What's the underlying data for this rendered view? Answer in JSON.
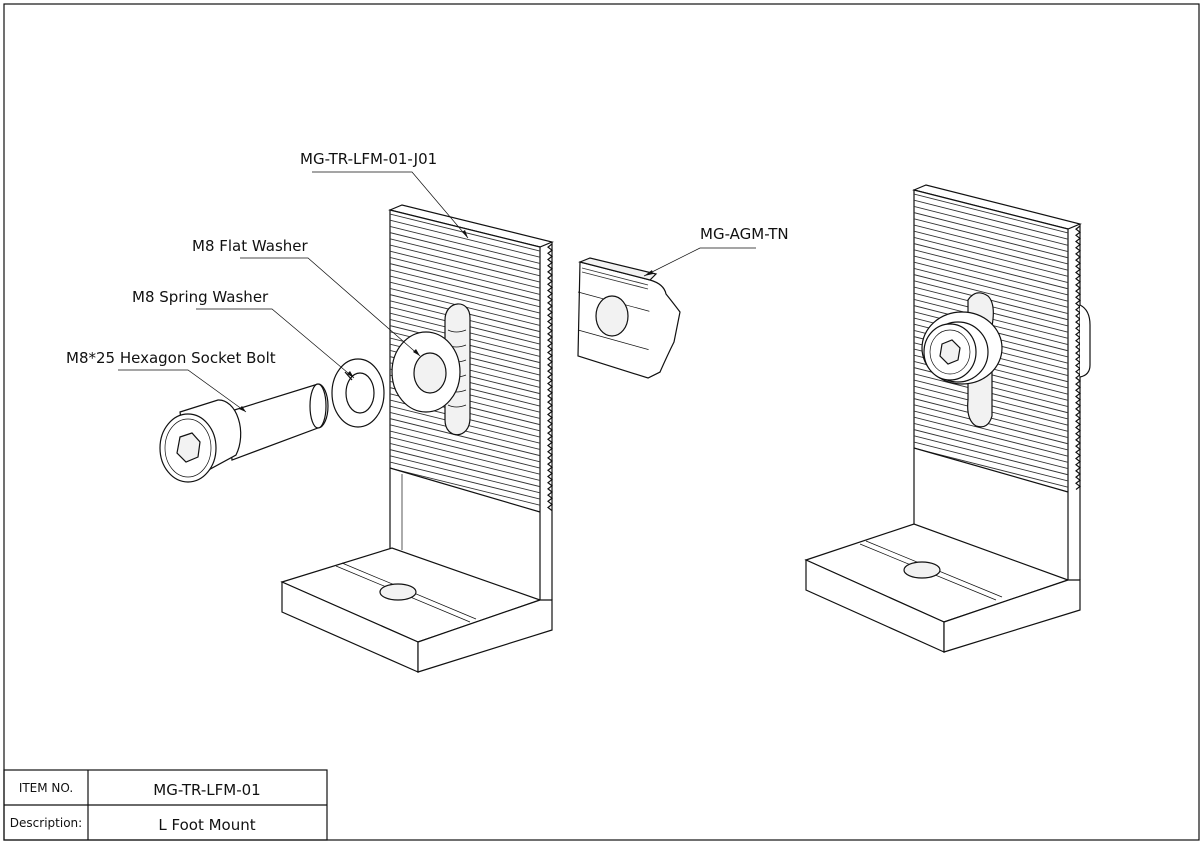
{
  "callouts": {
    "main_bracket": "MG-TR-LFM-01-J01",
    "flat_washer": "M8 Flat Washer",
    "spring_washer": "M8 Spring Washer",
    "bolt": "M8*25 Hexagon Socket Bolt",
    "t_nut": "MG-AGM-TN"
  },
  "title_block": {
    "item_no_label": "ITEM NO.",
    "item_no_value": "MG-TR-LFM-01",
    "description_label": "Description:",
    "description_value": "L Foot Mount"
  }
}
